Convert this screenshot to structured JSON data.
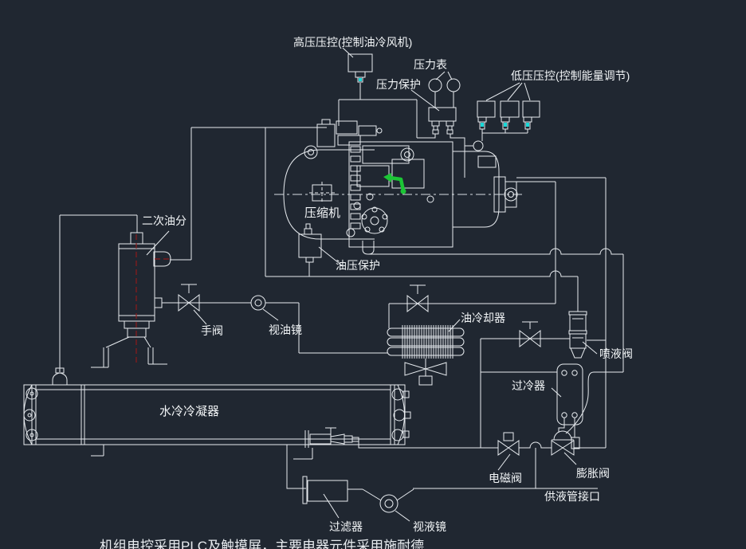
{
  "app": {
    "background_color": "#202731",
    "line_color": "#e7ebef",
    "accent_cyan": "#17d8d8",
    "accent_green": "#1cc636",
    "centerline_red": "#8f1a1a"
  },
  "labels": {
    "hp_control": "高压压控(控制油冷风机)",
    "pressure_gauge": "压力表",
    "pressure_protection": "压力保护",
    "lp_control": "低压压控(控制能量调节)",
    "compressor": "压缩机",
    "secondary_oil_separator": "二次油分",
    "oil_pressure_protection": "油压保护",
    "hand_valve": "手阀",
    "oil_sight_glass": "视油镜",
    "oil_cooler": "油冷却器",
    "liquid_injection_valve": "喷液阀",
    "subcooler": "过冷器",
    "water_cooled_condenser": "水冷冷凝器",
    "solenoid_valve": "电磁阀",
    "expansion_valve": "膨胀阀",
    "liquid_supply_port": "供液管接口",
    "filter": "过滤器",
    "liquid_sight_glass": "视液镜",
    "bottom_note": "机组电控采用PLC及触摸屏，主要电器元件采用施耐德"
  }
}
